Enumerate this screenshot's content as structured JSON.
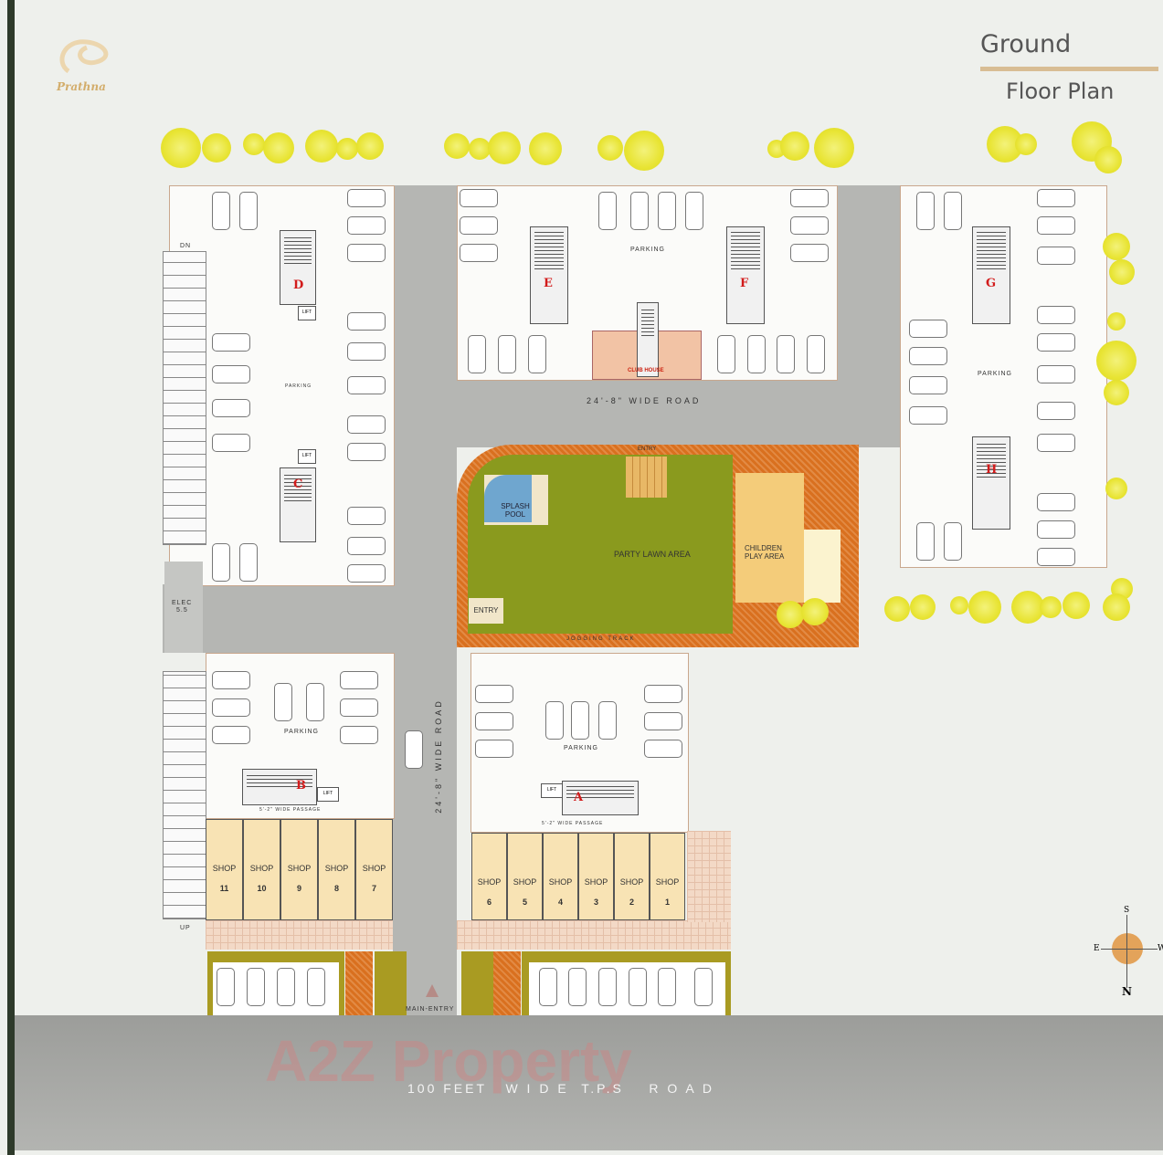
{
  "header": {
    "logo_text": "Prathna",
    "title_line1": "Ground",
    "title_line2": "Floor Plan",
    "accent": "#d8bd94"
  },
  "towers": [
    "A",
    "B",
    "C",
    "D",
    "E",
    "F",
    "G",
    "H"
  ],
  "labels": {
    "lift": "LIFT",
    "parking": "PARKING",
    "dn": "DN",
    "up": "UP",
    "elec": "ELEC",
    "elec_size": "5.5",
    "club_house": "CLUB HOUSE",
    "road_inner_h": "24'-8\"  WIDE    ROAD",
    "road_inner_v": "24'-8\"  WIDE    ROAD",
    "passage": "5'-2\" WIDE PASSAGE",
    "entry": "ENTRY",
    "splash_pool": "SPLASH POOL",
    "party_lawn": "PARTY LAWN AREA",
    "children_play": "CHILDREN PLAY AREA",
    "jogging_track": "JOGGING TRACK",
    "main_entry": "MAIN-ENTRY",
    "main_road": "100 FEET   W I D E  T.P.S    R O A D"
  },
  "shops_left": [
    {
      "label": "SHOP",
      "number": "11"
    },
    {
      "label": "SHOP",
      "number": "10"
    },
    {
      "label": "SHOP",
      "number": "9"
    },
    {
      "label": "SHOP",
      "number": "8"
    },
    {
      "label": "SHOP",
      "number": "7"
    }
  ],
  "shops_right": [
    {
      "label": "SHOP",
      "number": "6"
    },
    {
      "label": "SHOP",
      "number": "5"
    },
    {
      "label": "SHOP",
      "number": "4"
    },
    {
      "label": "SHOP",
      "number": "3"
    },
    {
      "label": "SHOP",
      "number": "2"
    },
    {
      "label": "SHOP",
      "number": "1"
    }
  ],
  "compass": {
    "n": "N",
    "s": "S",
    "e": "E",
    "w": "W"
  },
  "watermark": "A2Z Property",
  "colors": {
    "lawn": "#8a9a1e",
    "track": "#d9701f",
    "tree": "#e8e433",
    "road": "#b5b6b3",
    "shop": "#f8e3b4",
    "tower_letter": "#d21b1b"
  }
}
